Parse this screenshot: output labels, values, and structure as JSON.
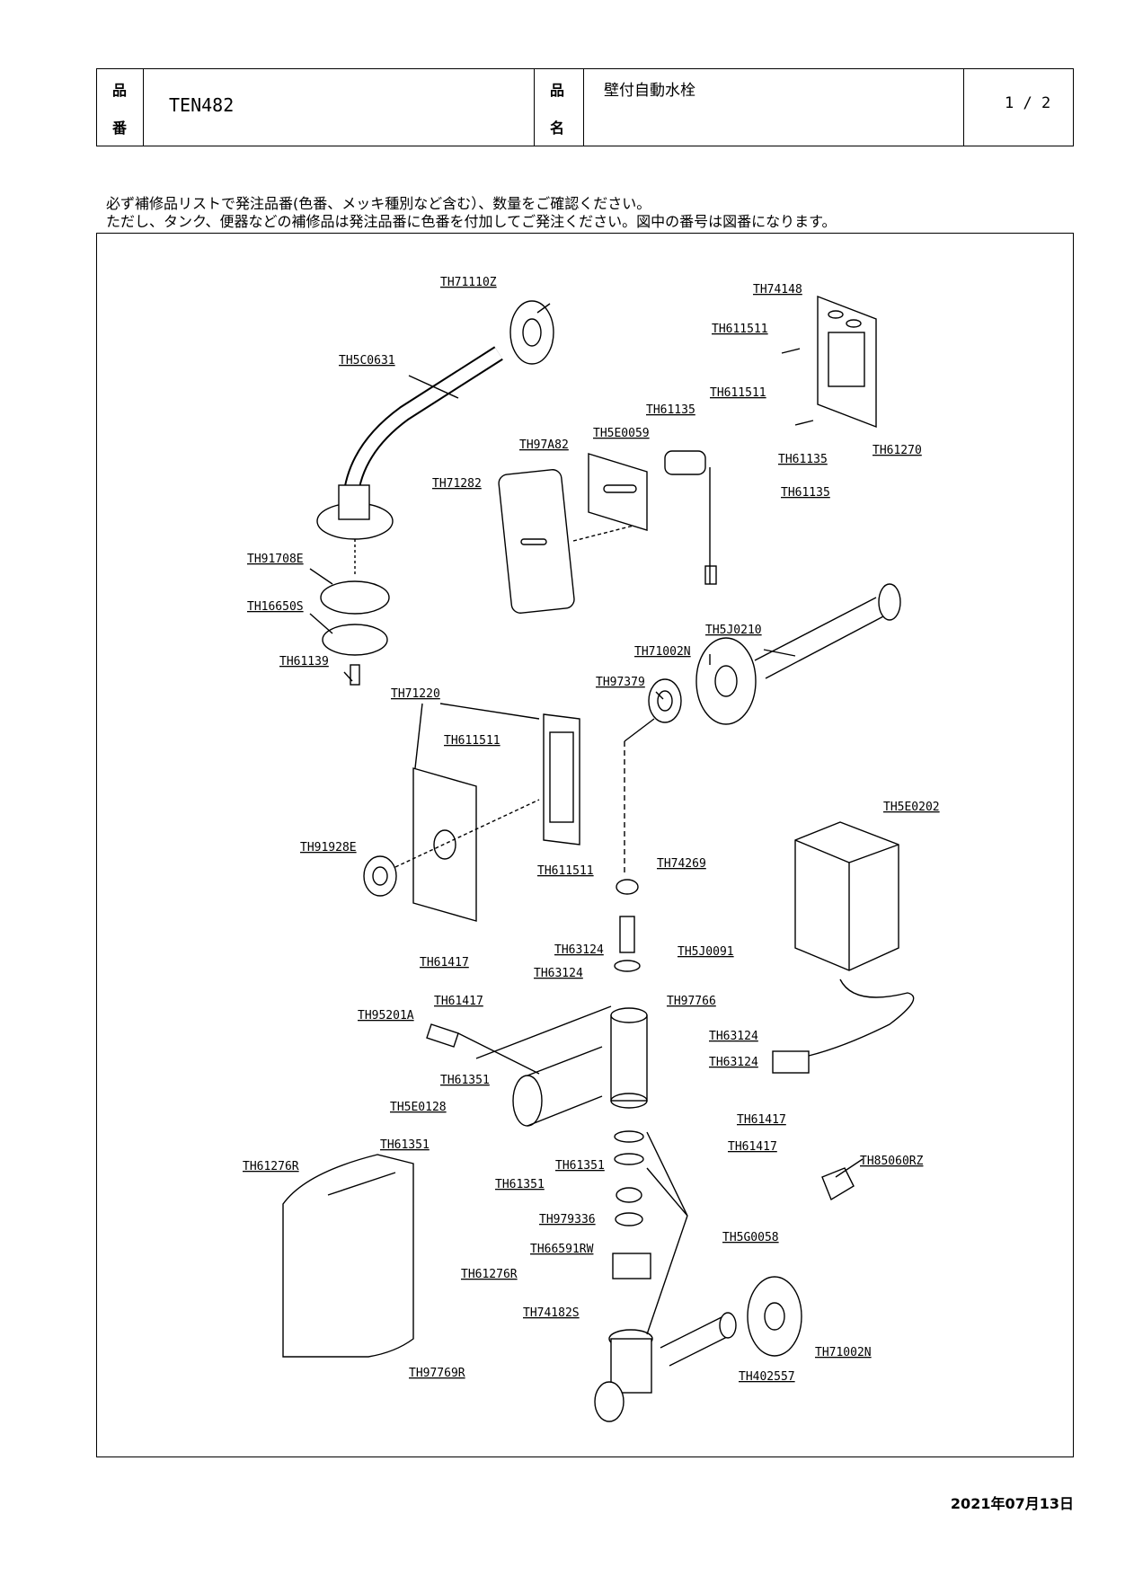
{
  "header": {
    "product_code_label_1": "品",
    "product_code_label_2": "番",
    "product_code": "TEN482",
    "product_name_label_1": "品",
    "product_name_label_2": "名",
    "product_name": "壁付自動水栓",
    "page": "1 / 2"
  },
  "notes": [
    "必ず補修品リストで発注品番(色番、メッキ種別など含む）、数量をご確認ください。",
    "ただし、タンク、便器などの補修品は発注品番に色番を付加してご発注ください。図中の番号は図番になります。"
  ],
  "parts": [
    "TH71110Z",
    "TH74148",
    "TH611511",
    "TH5C0631",
    "TH611511",
    "TH61135",
    "TH5E0059",
    "TH97A82",
    "TH61135",
    "TH61270",
    "TH71282",
    "TH61135",
    "TH91708E",
    "TH16650S",
    "TH61139",
    "TH5J0210",
    "TH71002N",
    "TH97379",
    "TH71220",
    "TH611511",
    "TH5E0202",
    "TH91928E",
    "TH611511",
    "TH74269",
    "TH63124",
    "TH5J0091",
    "TH61417",
    "TH63124",
    "TH61417",
    "TH97766",
    "TH95201A",
    "TH63124",
    "TH63124",
    "TH61351",
    "TH5E0128",
    "TH61417",
    "TH61351",
    "TH61417",
    "TH61351",
    "TH61276R",
    "TH85060RZ",
    "TH61351",
    "TH979336",
    "TH66591RW",
    "TH5G0058",
    "TH61276R",
    "TH74182S",
    "TH71002N",
    "TH97769R",
    "TH402557"
  ],
  "footer": {
    "date": "2021年07月13日"
  }
}
